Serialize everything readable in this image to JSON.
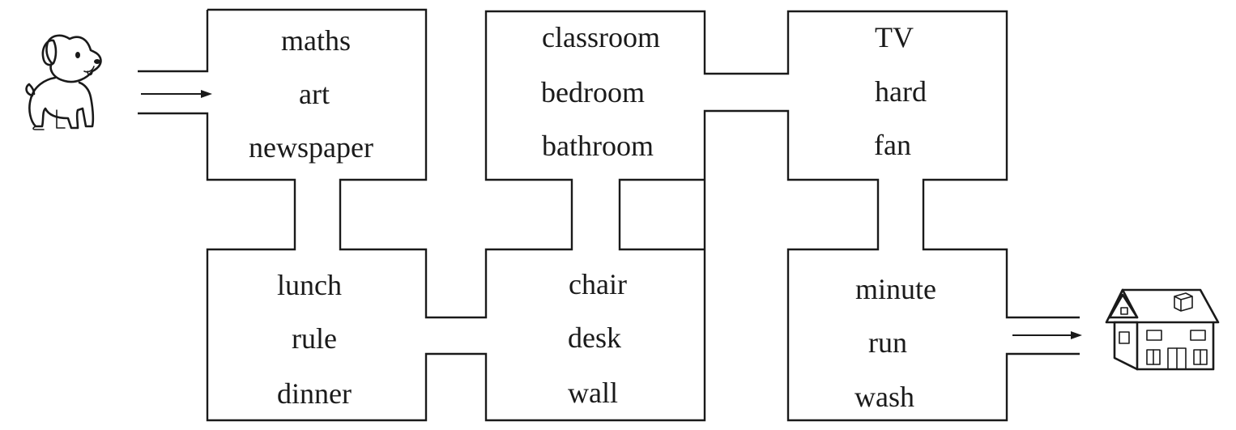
{
  "rooms": {
    "r1": [
      "maths",
      "art",
      "newspaper"
    ],
    "r2": [
      "classroom",
      "bedroom",
      "bathroom"
    ],
    "r3": [
      "TV",
      "hard",
      "fan"
    ],
    "r4": [
      "lunch",
      "rule",
      "dinner"
    ],
    "r5": [
      "chair",
      "desk",
      "wall"
    ],
    "r6": [
      "minute",
      "run",
      "wash"
    ]
  },
  "start_icon": "puppy-icon",
  "end_icon": "house-icon",
  "colors": {
    "ink": "#1a1a1a",
    "background": "#ffffff"
  }
}
